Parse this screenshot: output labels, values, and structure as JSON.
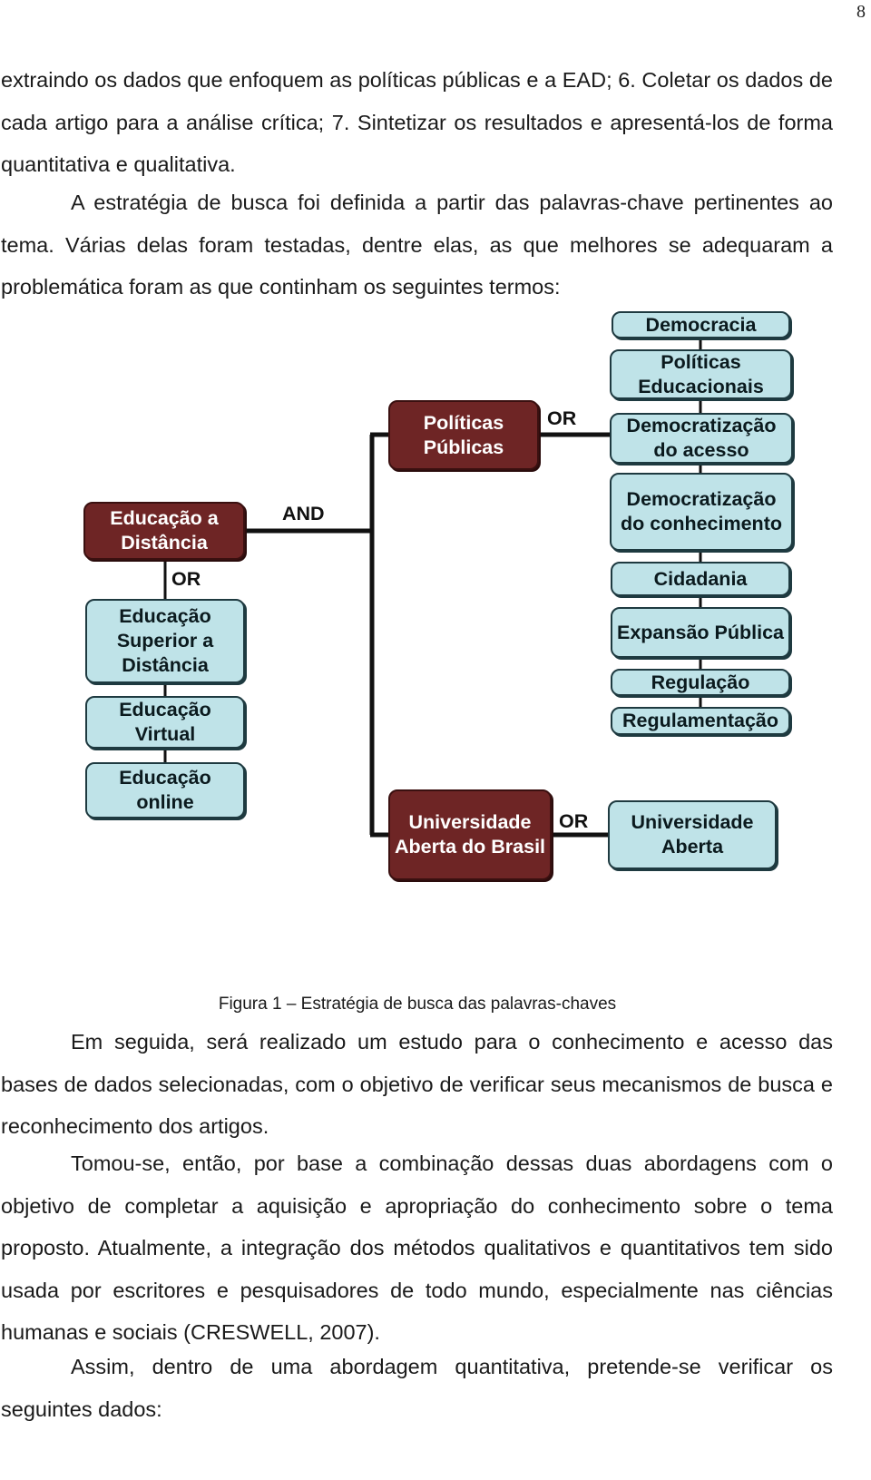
{
  "page_number": "8",
  "top_paragraphs": [
    "extraindo os dados que enfoquem as políticas públicas e a EAD; 6. Coletar os dados de cada artigo para a análise crítica; 7. Sintetizar os resultados e apresentá-los de forma quantitativa e qualitativa.",
    "A estratégia de busca foi definida a partir das palavras-chave pertinentes ao tema. Várias delas foram testadas, dentre elas, as que melhores se adequaram a problemática foram as que continham os seguintes termos:"
  ],
  "diagram": {
    "left_terms": {
      "main": "Educação a Distância",
      "or_label": "OR",
      "alternatives": [
        "Educação Superior a Distância",
        "Educação Virtual",
        "Educação online"
      ]
    },
    "and_label": "AND",
    "branch_top": {
      "main": "Políticas Públicas",
      "or_label": "OR",
      "terms": [
        "Democracia",
        "Políticas Educacionais",
        "Democratização do acesso",
        "Democratização do conhecimento",
        "Cidadania",
        "Expansão Pública",
        "Regulação",
        "Regulamentação"
      ]
    },
    "branch_bottom": {
      "main": "Universidade Aberta do Brasil",
      "or_label": "OR",
      "terms": [
        "Universidade Aberta"
      ]
    },
    "colors": {
      "main_box": "#6e2525",
      "term_box": "#bfe3e8"
    }
  },
  "caption": "Figura 1 – Estratégia de busca das palavras-chaves",
  "bottom_paragraphs": [
    "Em seguida, será realizado um estudo para o conhecimento e acesso das bases de dados selecionadas, com o objetivo de verificar seus mecanismos de busca e reconhecimento dos artigos.",
    "Tomou-se, então, por base a combinação dessas duas abordagens com o objetivo de completar a aquisição e apropriação do conhecimento sobre o tema proposto. Atualmente, a integração dos métodos qualitativos e quantitativos tem sido usada por escritores e pesquisadores de todo mundo, especialmente nas ciências humanas e sociais (CRESWELL, 2007).",
    "Assim, dentro de uma abordagem quantitativa, pretende-se verificar os seguintes dados:"
  ]
}
